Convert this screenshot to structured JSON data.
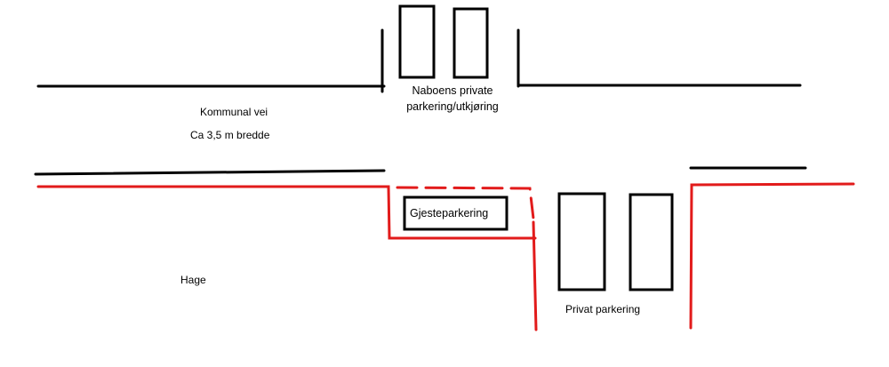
{
  "colors": {
    "road": "#000000",
    "boundary": "#e21b1b",
    "background": "#ffffff"
  },
  "labels": {
    "road_name": "Kommunal vei",
    "road_width": "Ca 3,5 m bredde",
    "neighbor_line1": "Naboens private",
    "neighbor_line2": "parkering/utkjøring",
    "guest_parking": "Gjesteparkering",
    "garden": "Hage",
    "private_parking": "Privat parkering"
  }
}
